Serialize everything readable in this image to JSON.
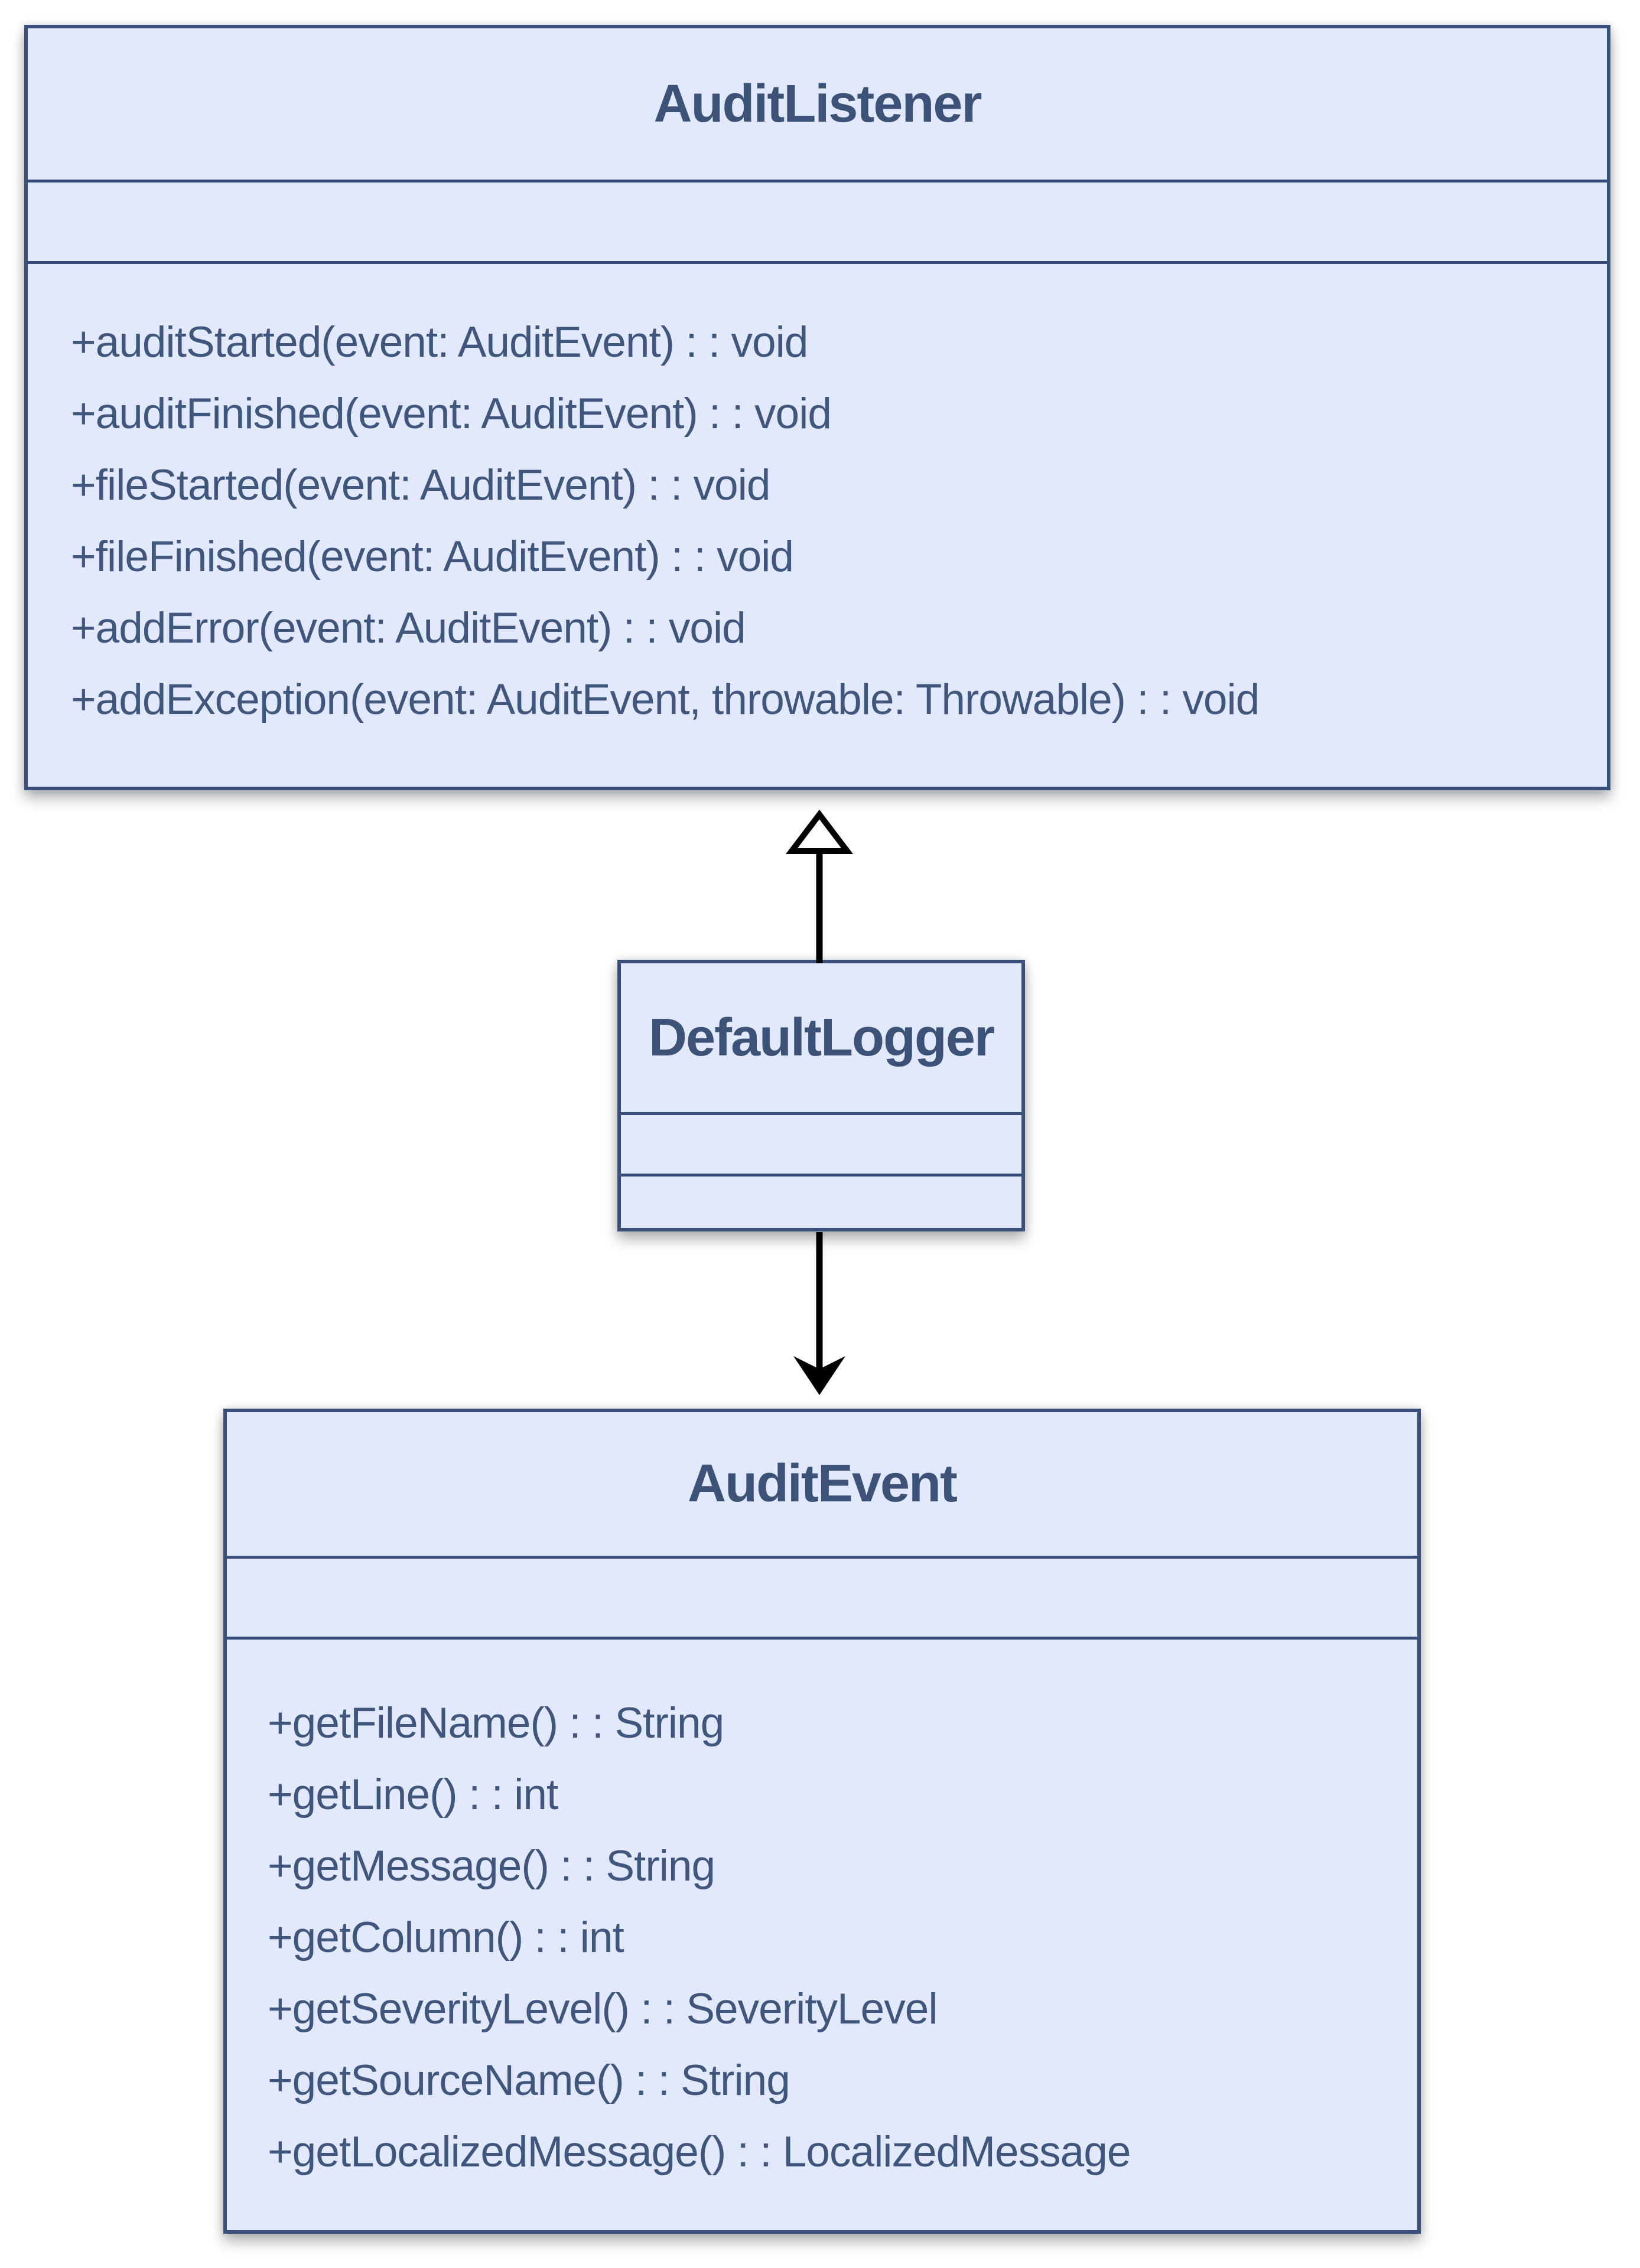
{
  "diagram": {
    "type": "uml-class-diagram",
    "classes": [
      {
        "name": "AuditListener",
        "attributes": [],
        "methods": [
          "+auditStarted(event: AuditEvent) : : void",
          "+auditFinished(event: AuditEvent) : : void",
          "+fileStarted(event: AuditEvent) : : void",
          "+fileFinished(event: AuditEvent) : : void",
          "+addError(event: AuditEvent) : : void",
          "+addException(event: AuditEvent, throwable: Throwable) : : void"
        ]
      },
      {
        "name": "DefaultLogger",
        "attributes": [],
        "methods": []
      },
      {
        "name": "AuditEvent",
        "attributes": [],
        "methods": [
          "+getFileName() : : String",
          "+getLine() : : int",
          "+getMessage() : : String",
          "+getColumn() : : int",
          "+getSeverityLevel() : : SeverityLevel",
          "+getSourceName() : : String",
          "+getLocalizedMessage() : : LocalizedMessage"
        ]
      }
    ],
    "relations": [
      {
        "type": "realization",
        "from": "DefaultLogger",
        "to": "AuditListener"
      },
      {
        "type": "directed-association",
        "from": "DefaultLogger",
        "to": "AuditEvent"
      }
    ],
    "colors": {
      "background": "#ffffff",
      "class_fill": "#e2e9fc",
      "class_border": "#3a4f7a",
      "title_text": "#3c5277",
      "member_text": "#40567c",
      "arrow": "#000000"
    }
  }
}
